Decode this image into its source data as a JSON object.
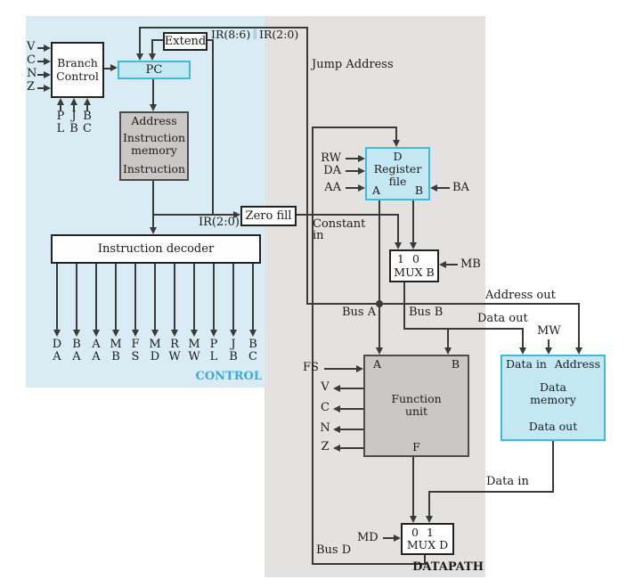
{
  "colors": {
    "control_region_bg": "#d9ecf4",
    "datapath_region_bg": "#e3e2e0",
    "cyan_block_fill": "#c3e7f3",
    "cyan_block_border": "#41b9da",
    "gray_block_fill": "#c9c8c6",
    "wire": "#3a3a38",
    "control_label_color": "#3aabda"
  },
  "control": {
    "label": "CONTROL",
    "flags_in": [
      "V",
      "C",
      "N",
      "Z"
    ],
    "branch_control": {
      "line1": "Branch",
      "line2": "Control"
    },
    "branch_bits": [
      [
        "P",
        "L"
      ],
      [
        "J",
        "B"
      ],
      [
        "B",
        "C"
      ]
    ],
    "pc": "PC",
    "extend": "Extend",
    "ir_concat": {
      "left": "IR(8:6)",
      "sep": "∥",
      "right": "IR(2:0)"
    },
    "instruction_memory": {
      "port_top": "Address",
      "name_line1": "Instruction",
      "name_line2": "memory",
      "port_bottom": "Instruction"
    },
    "ir_2_0": "IR(2:0)",
    "decoder": "Instruction decoder",
    "decoder_outputs": [
      [
        "D",
        "A"
      ],
      [
        "B",
        "A"
      ],
      [
        "A",
        "A"
      ],
      [
        "M",
        "B"
      ],
      [
        "F",
        "S"
      ],
      [
        "M",
        "D"
      ],
      [
        "R",
        "W"
      ],
      [
        "M",
        "W"
      ],
      [
        "P",
        "L"
      ],
      [
        "J",
        "B"
      ],
      [
        "B",
        "C"
      ]
    ]
  },
  "datapath": {
    "label": "DATAPATH",
    "jump_address": "Jump Address",
    "zero_fill": "Zero fill",
    "constant_in_line1": "Constant",
    "constant_in_line2": "in",
    "register_file": {
      "d": "D",
      "name_line1": "Register",
      "name_line2": "file",
      "a": "A",
      "b": "B",
      "rw": "RW",
      "da": "DA",
      "aa": "AA",
      "ba": "BA"
    },
    "mux_b": {
      "in1": "1",
      "in0": "0",
      "name": "MUX B",
      "select": "MB"
    },
    "bus_a": "Bus A",
    "bus_b": "Bus B",
    "bus_d": "Bus D",
    "address_out": "Address out",
    "data_out": "Data out",
    "data_in": "Data in",
    "function_unit": {
      "a": "A",
      "b": "B",
      "name_line1": "Function",
      "name_line2": "unit",
      "f": "F",
      "fs": "FS",
      "flags": [
        "V",
        "C",
        "N",
        "Z"
      ]
    },
    "data_memory": {
      "port_in": "Data in",
      "port_addr": "Address",
      "name_line1": "Data",
      "name_line2": "memory",
      "port_out": "Data out",
      "mw": "MW"
    },
    "mux_d": {
      "in0": "0",
      "in1": "1",
      "name": "MUX D",
      "select": "MD"
    }
  }
}
